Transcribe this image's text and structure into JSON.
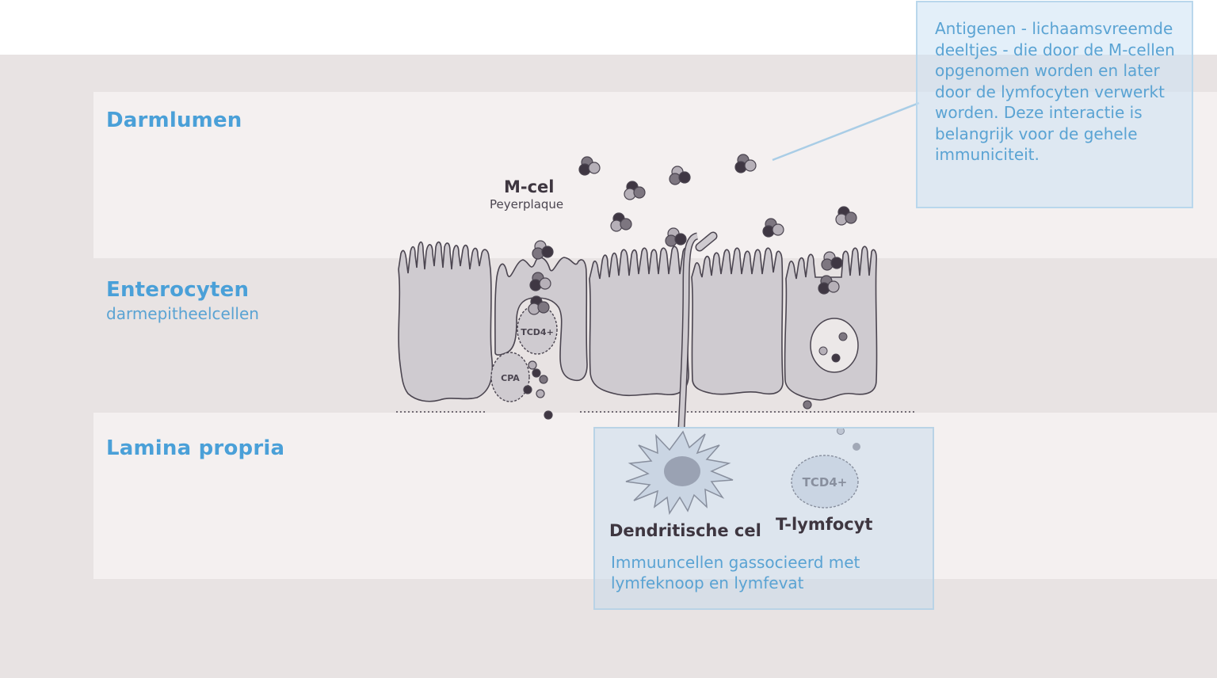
{
  "layers": [
    {
      "id": "lumen",
      "title": "Darmlumen",
      "subtitle": ""
    },
    {
      "id": "entero",
      "title": "Enterocyten",
      "subtitle": "darmepitheelcellen"
    },
    {
      "id": "lamina",
      "title": "Lamina propria",
      "subtitle": ""
    }
  ],
  "mcell": {
    "title": "M-cel",
    "subtitle": "Peyerplaque"
  },
  "cells": {
    "tcd4_small": "TCD4+",
    "cpa": "CPA",
    "tcd4_large": "TCD4+",
    "dendritic_title": "Dendritische cel",
    "tlymph_title": "T-lymfocyt"
  },
  "callouts": {
    "antigens": "Antigenen - lichaamsvreemde deeltjes - die door de M-cellen opgenomen worden en later door de lymfocyten verwerkt worden. Deze interactie is belangrijk voor de gehele immuniciteit.",
    "immune": "Immuuncellen gassocieerd met lymfeknoop en lymfevat"
  },
  "colors": {
    "accent_blue": "#4aa0d8",
    "cell_fill": "#cfcbd0",
    "cell_stroke": "#4b4550",
    "antigen_light": "#b6b0b8",
    "antigen_mid": "#7d7680",
    "antigen_dark": "#3f3743"
  }
}
